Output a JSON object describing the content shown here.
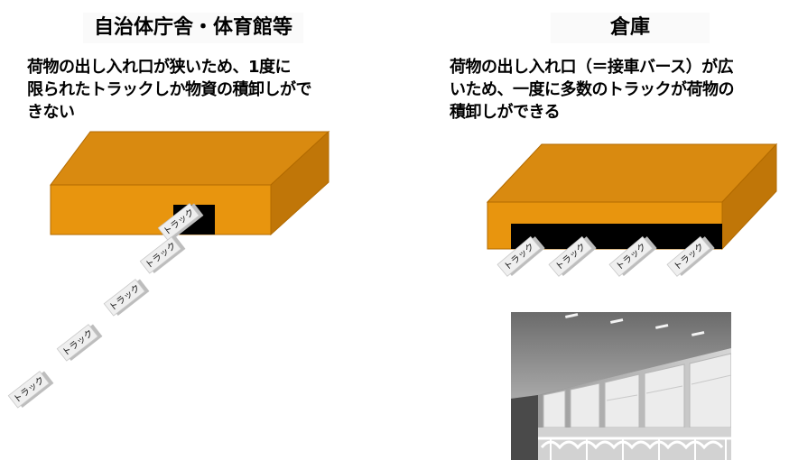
{
  "left": {
    "heading": "自治体庁舎・体育館等",
    "description": [
      "荷物の出し入れ口が狭いため、1度に",
      "限られたトラックしか物資の積卸しがで",
      "きない"
    ],
    "truck_label": "トラック"
  },
  "right": {
    "heading": "倉庫",
    "description": [
      "荷物の出し入れ口（＝接車バース）が広",
      "いため、一度に多数のトラックが荷物の",
      "積卸しができる"
    ],
    "truck_label": "トラック"
  },
  "colors": {
    "building_top": "#d98a10",
    "building_front": "#e8950e",
    "building_side": "#c07608",
    "opening": "#000000",
    "truck_light": "#efefef",
    "truck_dark": "#bdbdbd"
  }
}
